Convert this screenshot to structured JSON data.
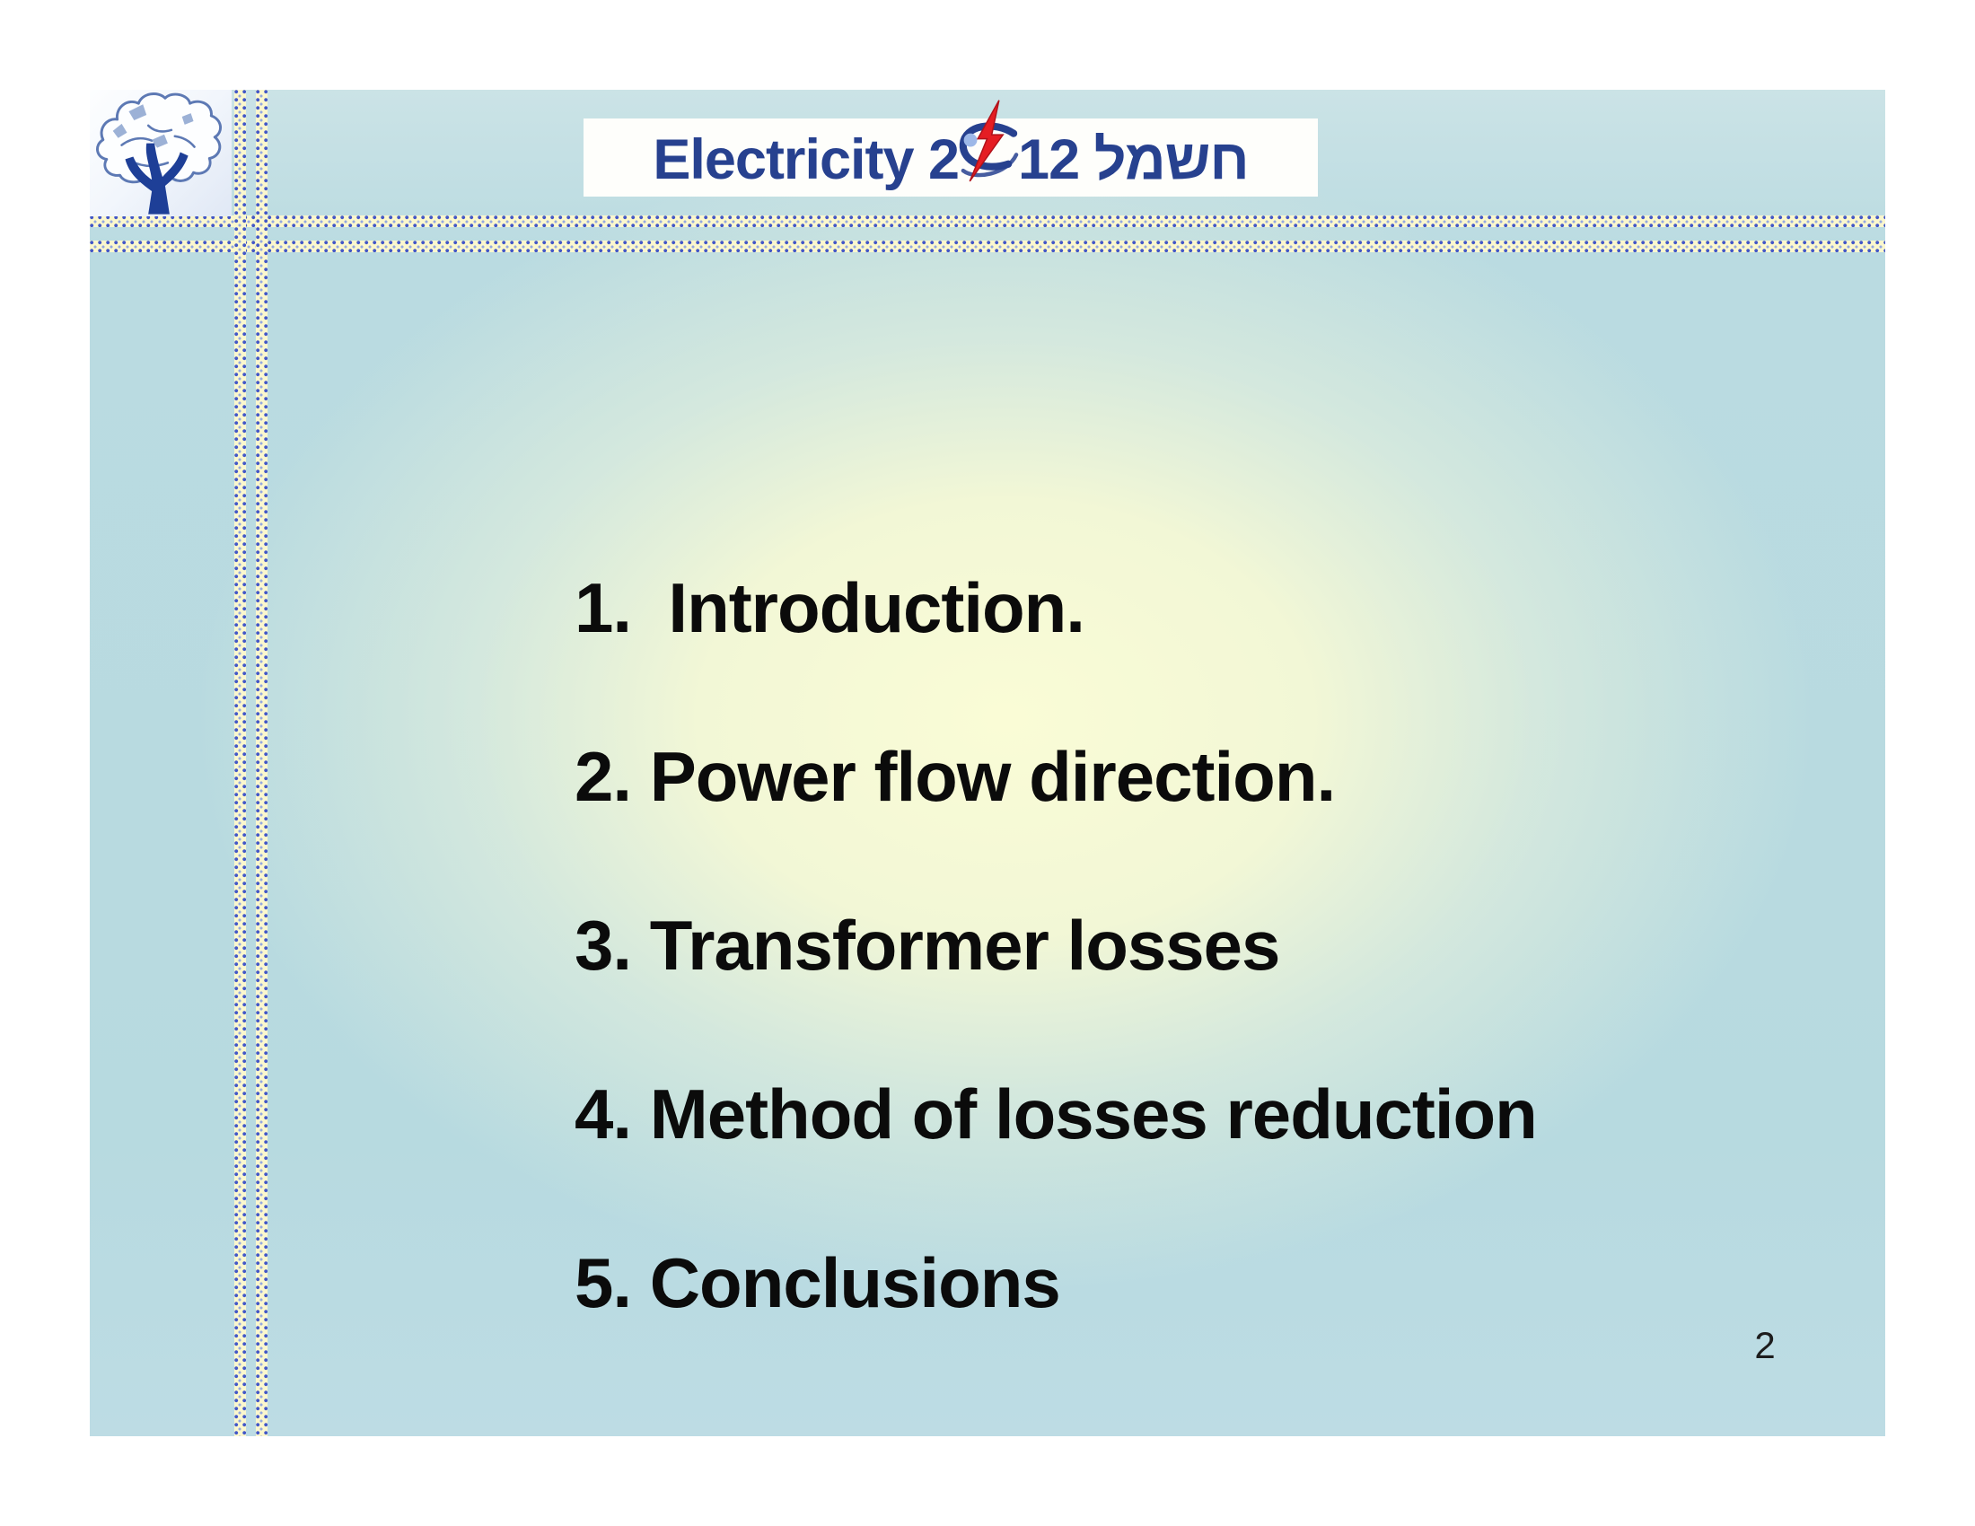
{
  "slide": {
    "page_number": "2"
  },
  "banner": {
    "part1": "Electricity 2",
    "part2": "12 ",
    "hebrew": "חשמל"
  },
  "agenda": {
    "items": [
      "1.  Introduction.",
      "2. Power flow direction.",
      "3. Transformer losses",
      "4. Method of losses reduction",
      "5. Conclusions"
    ]
  },
  "icons": {
    "tree_logo": "tree-logo-icon",
    "lightning": "lightning-bolt-icon",
    "swoosh": "orbit-swoosh-icon"
  },
  "colors": {
    "slide_bg": "#badbe1",
    "band_bg": "#fbf7cd",
    "dot_blue": "#4257c8",
    "banner_text": "#27418f",
    "bolt_red": "#e51d23",
    "glow": "#fafcd6",
    "list_text": "#0b0b0b"
  }
}
